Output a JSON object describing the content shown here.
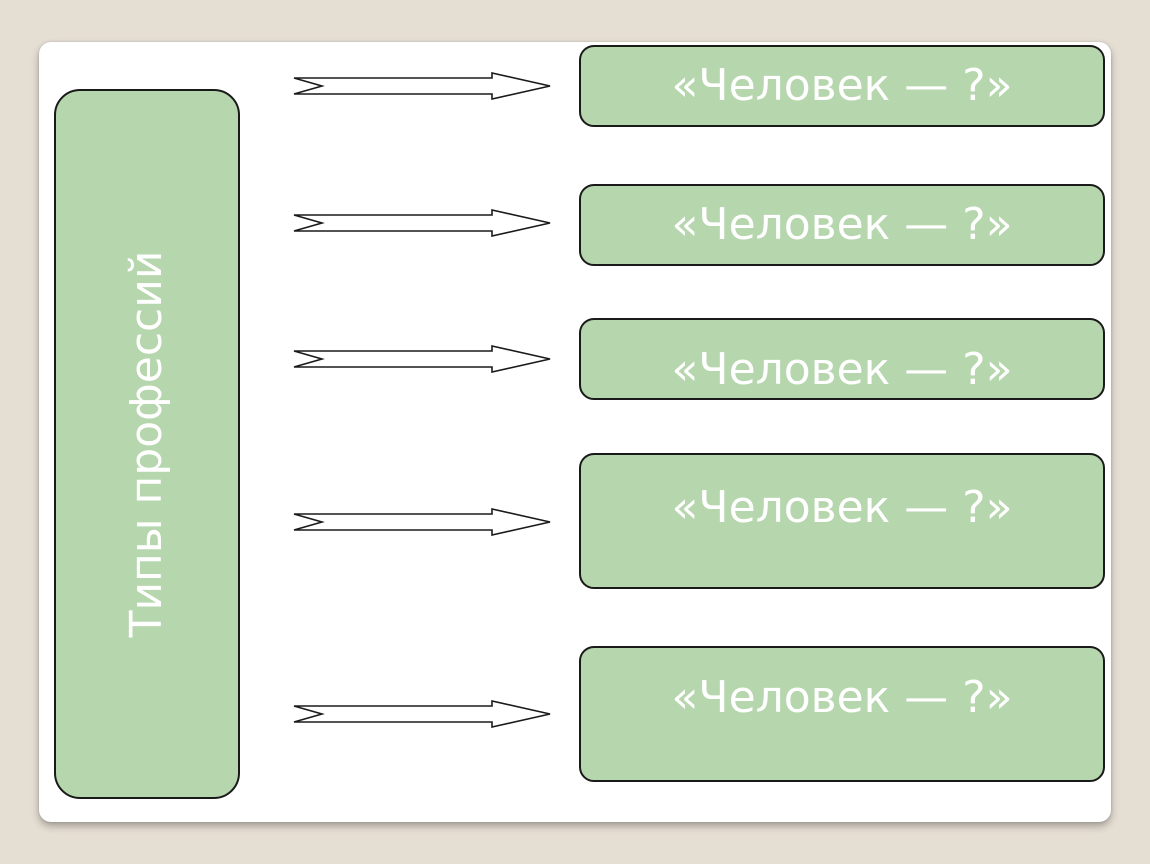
{
  "diagram": {
    "category": {
      "label": "Типы профессий"
    },
    "types": [
      {
        "label": "«Человек — ?»"
      },
      {
        "label": "«Человек — ?»"
      },
      {
        "label": "«Человек — ?»"
      },
      {
        "label": "«Человек — ?»"
      },
      {
        "label": "«Человек — ?»"
      }
    ]
  },
  "colors": {
    "page_background": "#e5ded3",
    "slide_background": "#ffffff",
    "box_fill": "#b6d6ad",
    "box_border": "#1a1a1a",
    "box_text": "#ffffff",
    "arrow_stroke": "#1a1a1a"
  }
}
